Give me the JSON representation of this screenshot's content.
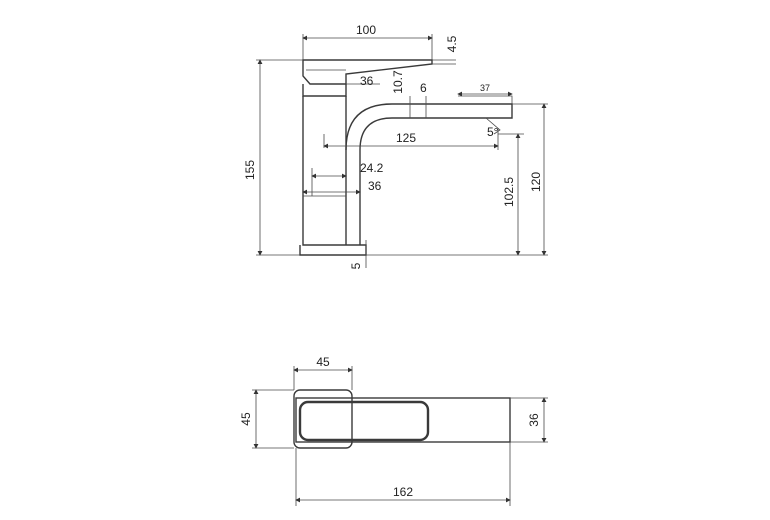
{
  "side_view": {
    "handle_length": "100",
    "handle_thickness": "4.5",
    "lever_width": "36",
    "neck_height": "10.7",
    "spout_offset": "6",
    "aerator_width": "37",
    "reach": "125",
    "spout_angle": "5°",
    "body_inner": "24.2",
    "body_width": "36",
    "total_height": "155",
    "outlet_height": "102.5",
    "spout_top_height": "120",
    "base_thickness": "5"
  },
  "top_view": {
    "handle_depth": "45",
    "body_depth": "45",
    "spout_width": "36",
    "total_length": "162"
  }
}
